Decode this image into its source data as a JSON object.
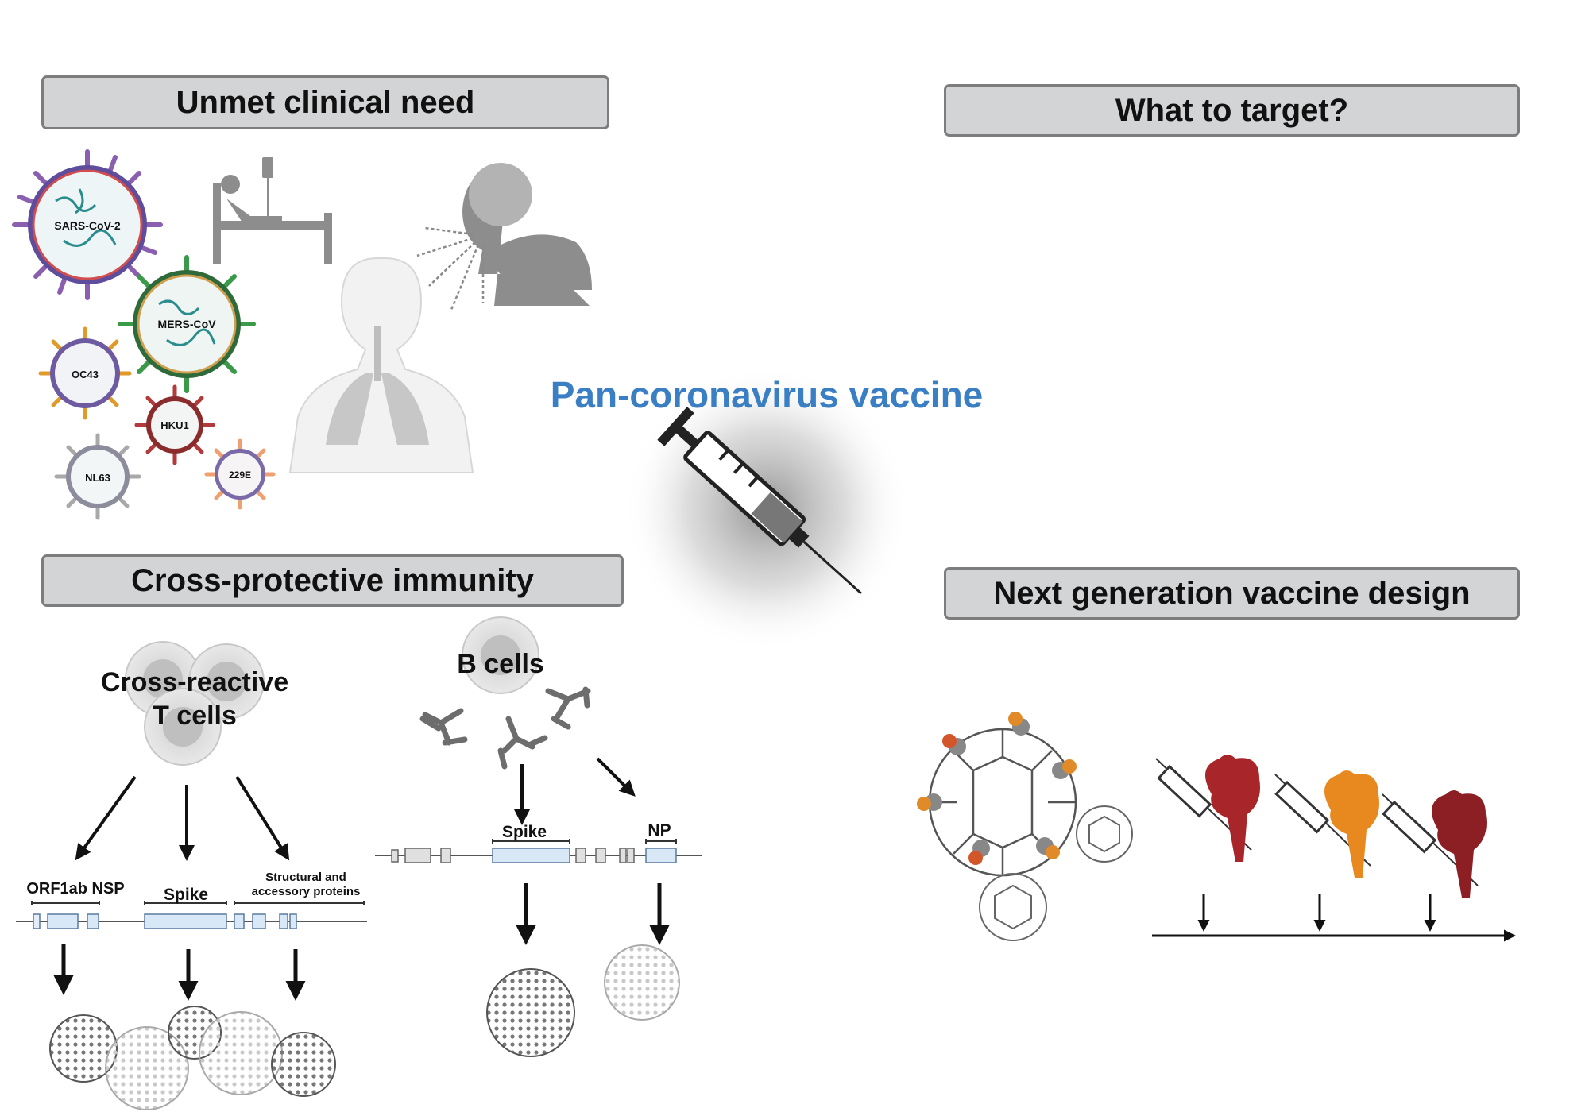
{
  "panels": {
    "unmet": "Unmet clinical need",
    "target": "What to target?",
    "immunity": "Cross-protective immunity",
    "nextgen": "Next generation vaccine design"
  },
  "center": {
    "title": "Pan-coronavirus vaccine"
  },
  "viruses": [
    {
      "label": "SARS-CoV-2",
      "color": "#8a5fb0"
    },
    {
      "label": "MERS-CoV",
      "color": "#3a9a4a"
    },
    {
      "label": "OC43",
      "color": "#e09a2a"
    },
    {
      "label": "HKU1",
      "color": "#b33a3a"
    },
    {
      "label": "NL63",
      "color": "#a9a9a9"
    },
    {
      "label": "229E",
      "color": "#f0a070"
    }
  ],
  "tcells": {
    "label_line1": "Cross-reactive",
    "label_line2": "T cells",
    "genome": {
      "orf1ab": "ORF1ab NSP",
      "spike": "Spike",
      "structural_line1": "Structural and",
      "structural_line2": "accessory proteins"
    }
  },
  "bcells": {
    "label": "B cells",
    "genome": {
      "spike": "Spike",
      "np": "NP"
    }
  },
  "nextgen_colors": {
    "red": "#a8262a",
    "orange": "#e8891f",
    "darkred": "#8c1f24"
  }
}
